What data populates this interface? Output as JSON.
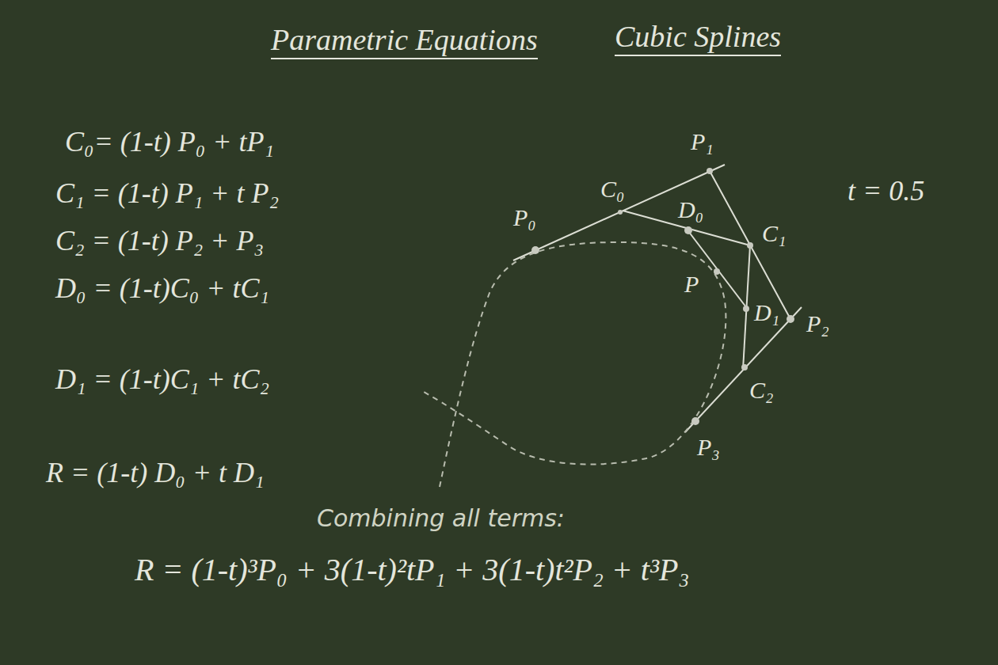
{
  "diagram": {
    "title": "Parametric Equations",
    "labels": [
      "Cubic Splines",
      "C₀= (1-t) P₀ + tP₁",
      "C₁ = (1-t) P₁ + t P₂",
      "C₂ = (1-t) P₂ + P₃",
      "D₀ = (1-t)C₀ + tC₁",
      "D₁ = (1-t)C₁ + tC₂",
      "R = (1-t) D₀ + t D₁",
      "P₁",
      "C₀",
      "P₀",
      "D₀",
      "C₁",
      "P",
      "D₁",
      "P₂",
      "C₂",
      "P₃",
      "t = 0.5",
      "Combining all terms:",
      "R = (1-t)³P₀ + 3(1-t)²tP₁ + 3(1-t)t²P₂ + t³P₃"
    ]
  }
}
